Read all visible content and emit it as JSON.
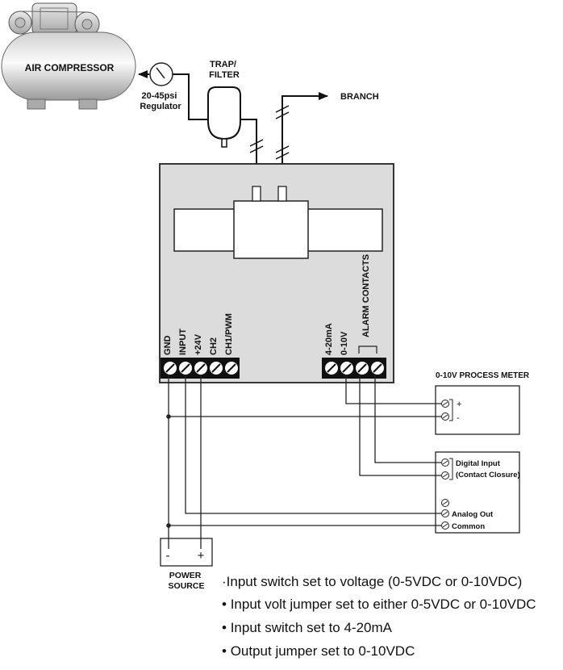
{
  "compressor": {
    "label": "AIR COMPRESSOR"
  },
  "regulator": {
    "line1": "20-45psi",
    "line2": "Regulator"
  },
  "trap": {
    "line1": "TRAP/",
    "line2": "FILTER"
  },
  "branch": {
    "label": "BRANCH"
  },
  "terminals_left": [
    "GND",
    "INPUT",
    "+24V",
    "CH2",
    "CH1/PWM"
  ],
  "terminals_right": [
    "4-20mA",
    "0-10V",
    "ALARM CONTACTS"
  ],
  "process_meter": {
    "title": "0-10V PROCESS METER",
    "plus": "+",
    "minus": "-"
  },
  "controller": {
    "digital_input": "Digital Input",
    "contact_closure": "(Contact Closure)",
    "analog_out": "Analog Out",
    "common": "Common"
  },
  "power_source": {
    "minus": "-",
    "plus": "+",
    "line1": "POWER",
    "line2": "SOURCE"
  },
  "notes": [
    "Input switch set to voltage (0-5VDC or 0-10VDC)",
    "Input volt jumper set to either 0-5VDC or 0-10VDC",
    "Input switch set to 4-20mA",
    "Output jumper set to 0-10VDC"
  ]
}
